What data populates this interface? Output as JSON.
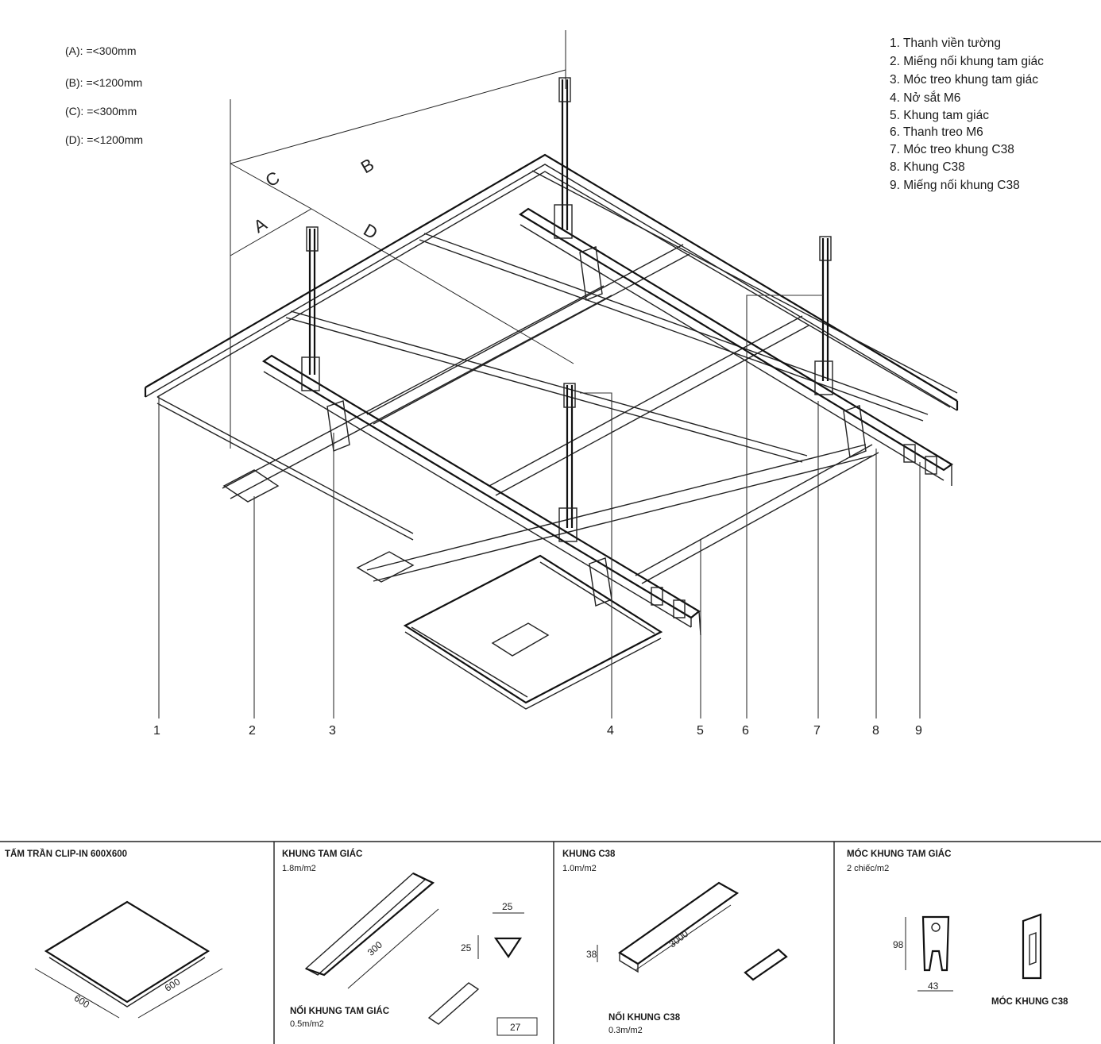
{
  "dimensions": [
    "(A): =<300mm",
    "(B): =<1200mm",
    "(C): =<300mm",
    "(D): =<1200mm"
  ],
  "legend": [
    "1. Thanh viền tường",
    "2. Miếng nối khung tam giác",
    "3. Móc treo khung tam giác",
    "4. Nở sắt M6",
    "5. Khung tam giác",
    "6. Thanh treo M6",
    "7. Móc treo khung C38",
    "8. Khung C38",
    "9. Miếng nối khung C38"
  ],
  "diagram_letters": [
    "A",
    "B",
    "C",
    "D"
  ],
  "callouts": [
    "1",
    "2",
    "3",
    "4",
    "5",
    "6",
    "7",
    "8",
    "9"
  ],
  "parts": {
    "panel": {
      "title": "TẤM TRẦN CLIP-IN 600X600",
      "dim1": "600",
      "dim2": "600"
    },
    "triangle": {
      "title": "KHUNG TAM GIÁC",
      "rate": "1.8m/m2",
      "length": "300",
      "w": "25",
      "h": "25",
      "joint_title": "NỐI KHUNG TAM GIÁC",
      "joint_rate": "0.5m/m2",
      "joint_len": "27"
    },
    "c38": {
      "title": "KHUNG C38",
      "rate": "1.0m/m2",
      "length": "3000",
      "h": "38",
      "joint_title": "NỐI KHUNG C38",
      "joint_rate": "0.3m/m2"
    },
    "hook": {
      "title": "MÓC KHUNG TAM GIÁC",
      "rate": "2 chiếc/m2",
      "h": "98",
      "w": "43",
      "c38_label": "MÓC KHUNG C38"
    }
  }
}
